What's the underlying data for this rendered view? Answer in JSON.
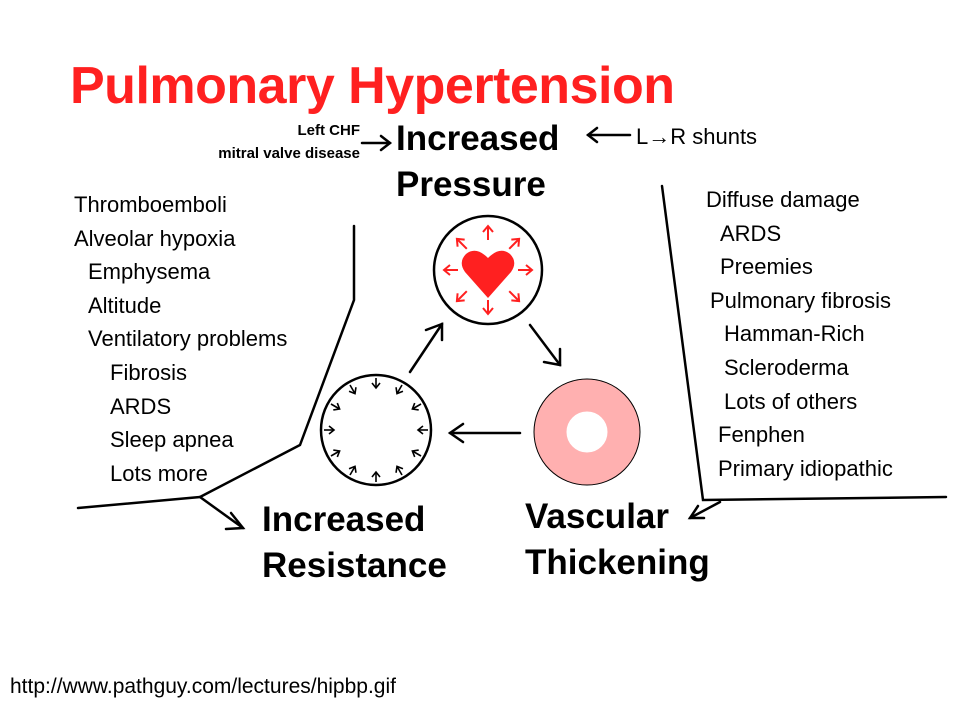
{
  "title": "Pulmonary Hypertension",
  "title_color": "#ff2020",
  "nodes": {
    "pressure": [
      "Increased",
      "Pressure"
    ],
    "resistance": [
      "Increased",
      "Resistance"
    ],
    "thickening": [
      "Vascular",
      "Thickening"
    ]
  },
  "inputs": {
    "left_causes": [
      "Left CHF",
      "mitral valve disease"
    ],
    "right_cause": "L→R shunts"
  },
  "left_list": [
    {
      "text": "Thromboemboli",
      "indent": 0
    },
    {
      "text": "Alveolar hypoxia",
      "indent": 0
    },
    {
      "text": "Emphysema",
      "indent": 1
    },
    {
      "text": "Altitude",
      "indent": 1
    },
    {
      "text": "Ventilatory problems",
      "indent": 1
    },
    {
      "text": "Fibrosis",
      "indent": 2
    },
    {
      "text": "ARDS",
      "indent": 2
    },
    {
      "text": "Sleep apnea",
      "indent": 2
    },
    {
      "text": "Lots more",
      "indent": 2
    }
  ],
  "right_list": [
    {
      "text": "Diffuse damage",
      "indent": 0
    },
    {
      "text": "ARDS",
      "indent": 1
    },
    {
      "text": "Preemies",
      "indent": 1
    },
    {
      "text": "Pulmonary fibrosis",
      "indent": 0
    },
    {
      "text": "Hamman-Rich",
      "indent": 2
    },
    {
      "text": "Scleroderma",
      "indent": 2
    },
    {
      "text": "Lots of others",
      "indent": 2
    },
    {
      "text": "Fenphen",
      "indent": 1
    },
    {
      "text": "Primary idiopathic",
      "indent": 1
    }
  ],
  "source_url": "http://www.pathguy.com/lectures/hipbp.gif",
  "colors": {
    "heart": "#ff2020",
    "vessel_wall": "#ffb0b0"
  }
}
